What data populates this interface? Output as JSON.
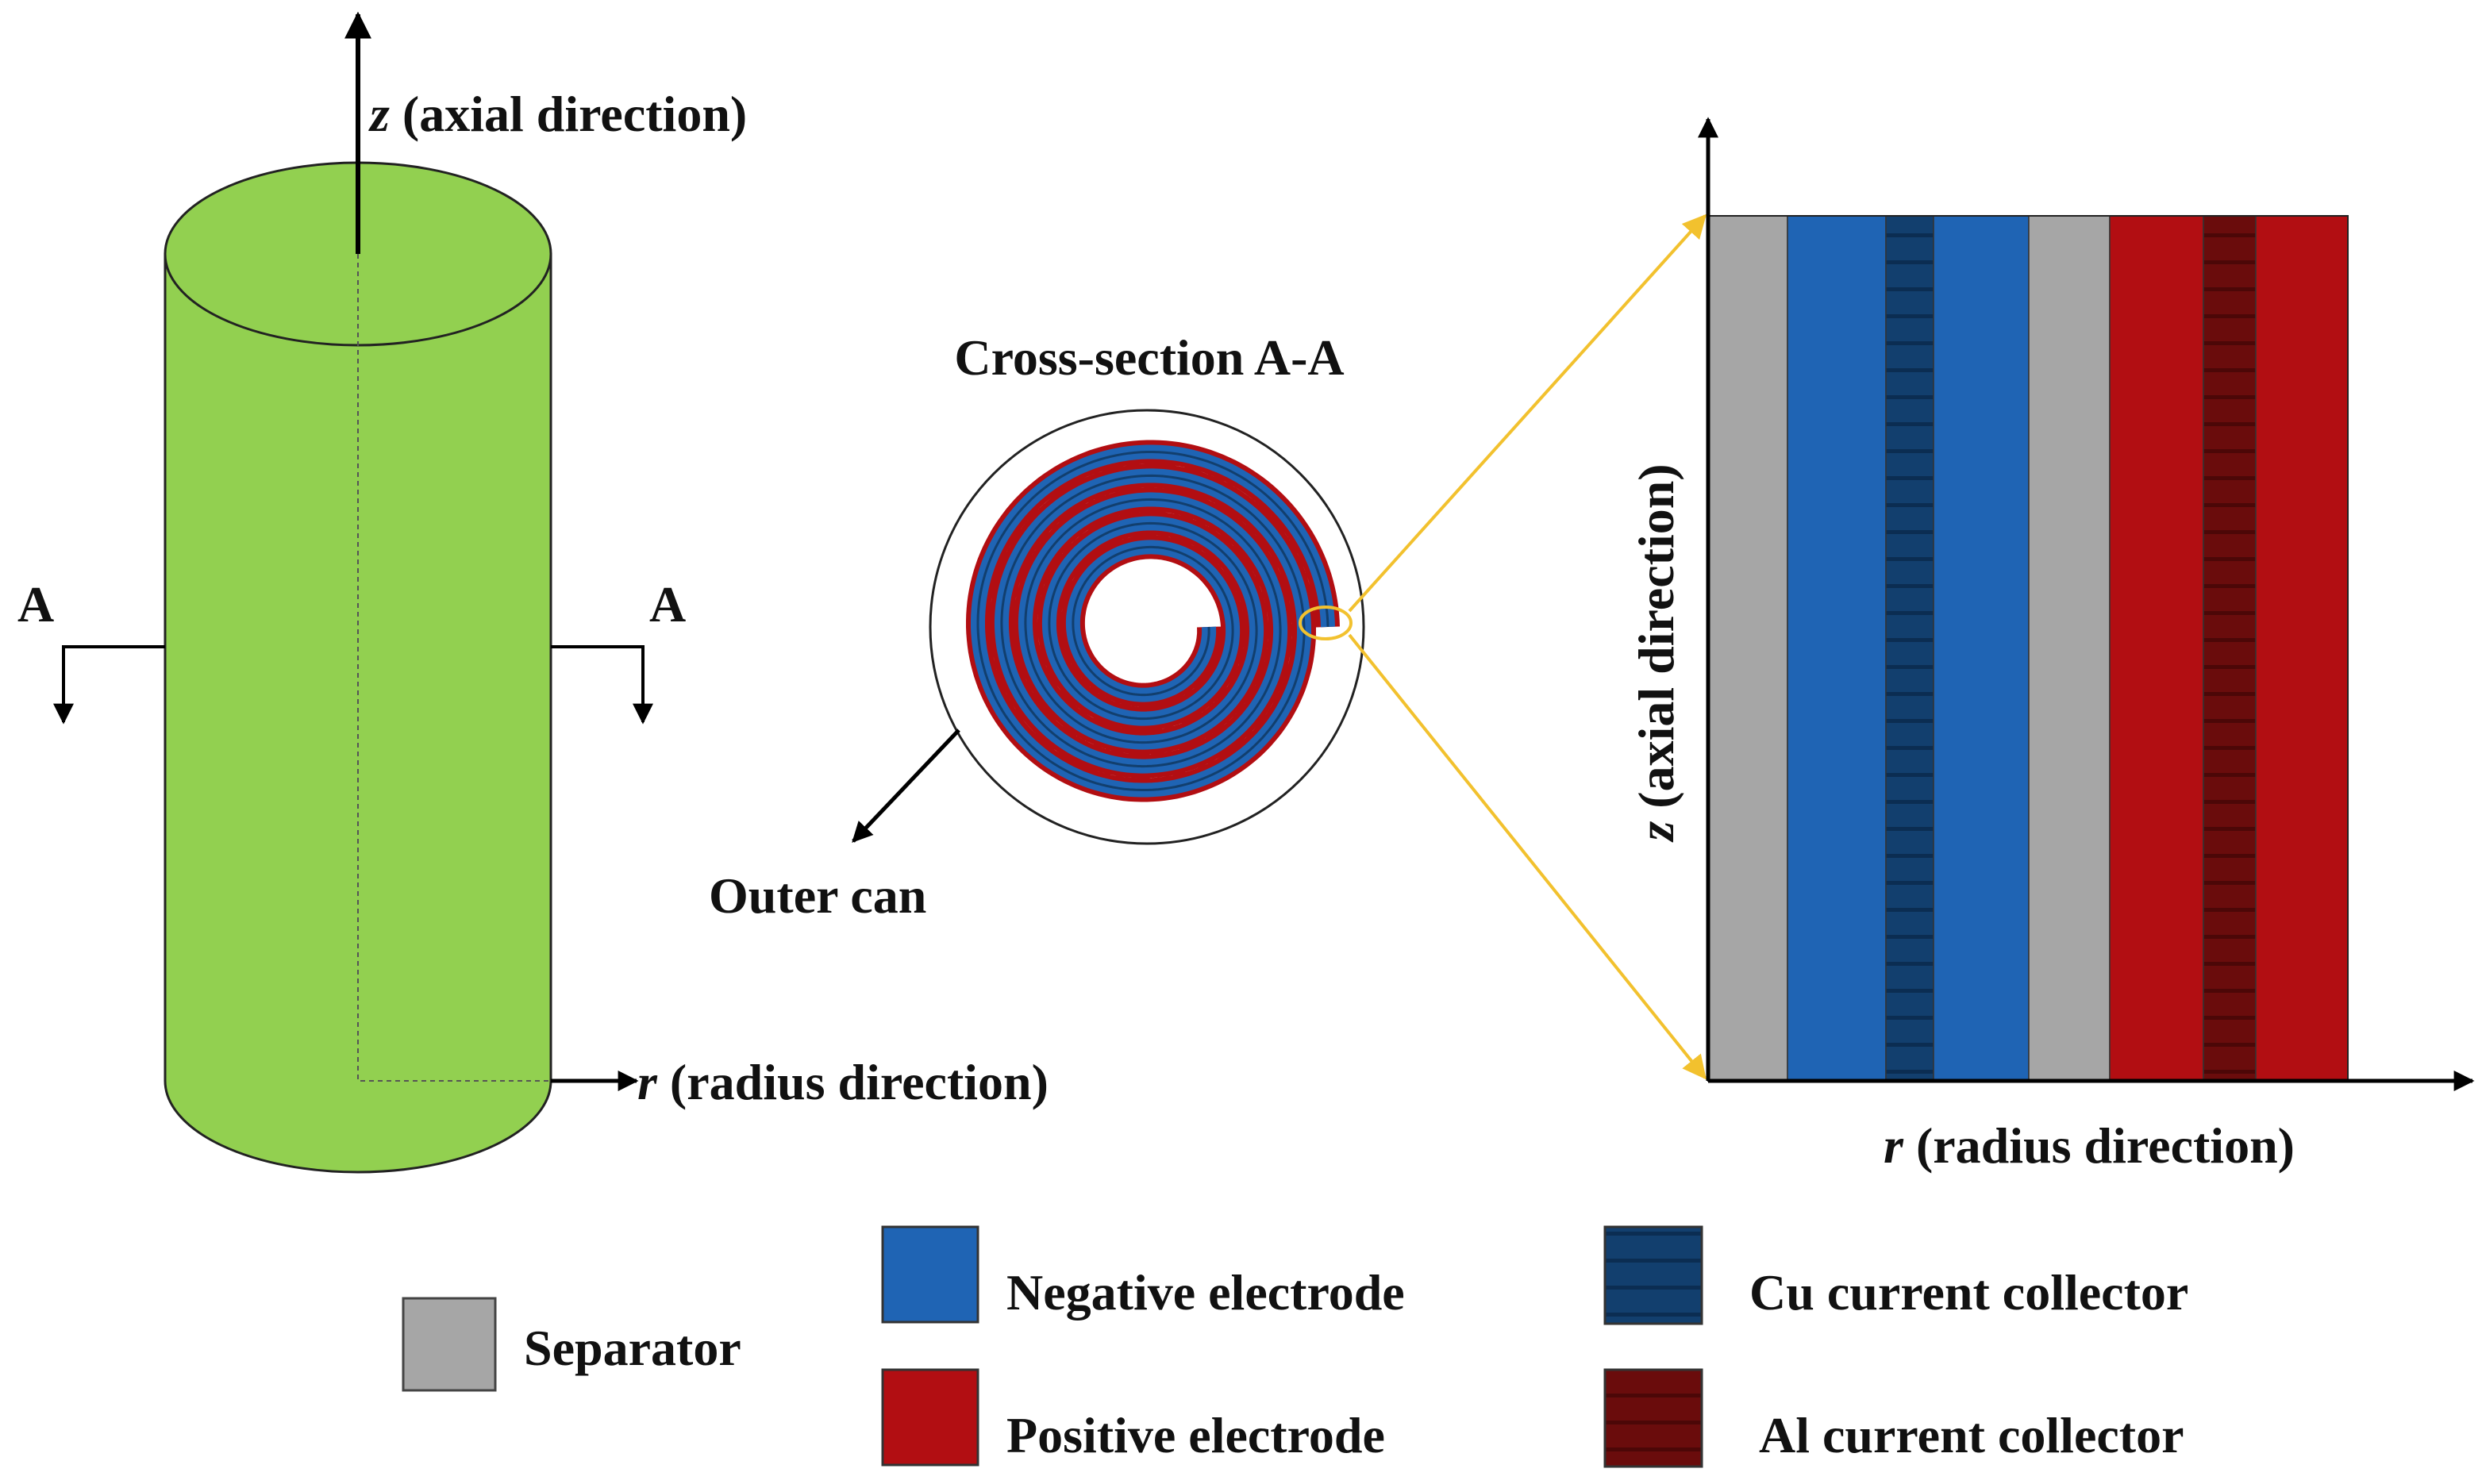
{
  "cylinder": {
    "z_axis_var": "z",
    "z_axis_text": " (axial direction)",
    "r_axis_var": "r",
    "r_axis_text": " (radius direction)",
    "section_left": "A",
    "section_right": "A",
    "color": "#92d050"
  },
  "cross_section": {
    "title": "Cross-section A-A",
    "outer_can_label": "Outer can"
  },
  "layer_view": {
    "z_axis_var": "z",
    "z_axis_text": " (axial direction)",
    "r_axis_var": "r",
    "r_axis_text": " (radius direction)",
    "layers": [
      "Separator",
      "Negative electrode",
      "Cu current collector",
      "Negative electrode",
      "Separator",
      "Positive electrode",
      "Al current collector",
      "Positive electrode"
    ]
  },
  "legend": {
    "separator": "Separator",
    "negative_electrode": "Negative electrode",
    "positive_electrode": "Positive electrode",
    "cu_collector": "Cu current collector",
    "al_collector": "Al current collector"
  },
  "colors": {
    "separator": "#a6a6a6",
    "negative": "#1f64b4",
    "cu": "#123f6e",
    "positive": "#b20e12",
    "al": "#6a0c0c",
    "zoom_lines": "#f2c12e"
  }
}
